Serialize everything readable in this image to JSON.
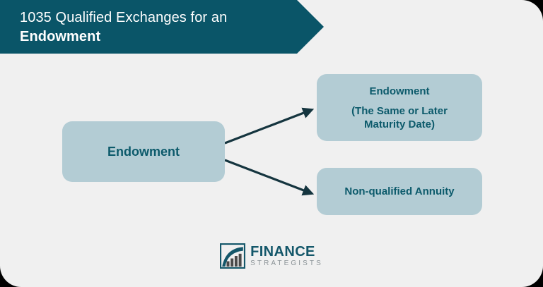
{
  "card": {
    "background_color": "#f0f0f0",
    "outer_background_color": "#000000"
  },
  "header": {
    "background_color": "#0a5568",
    "title_line1": "1035 Qualified Exchanges for an",
    "title_line2": "Endowment",
    "text_color": "#ffffff"
  },
  "diagram": {
    "type": "flowchart",
    "node_fill_color": "#b3ccd4",
    "node_text_color": "#0c5a6b",
    "arrow_color": "#15353f",
    "source_node": {
      "label": "Endowment"
    },
    "target_nodes": [
      {
        "id": "endowment-target",
        "line1": "Endowment",
        "line2": "(The Same or Later",
        "line3": "Maturity Date)"
      },
      {
        "id": "annuity-target",
        "line1": "Non-qualified Annuity"
      }
    ],
    "arrows": [
      {
        "from": "Endowment",
        "to": "Endowment (The Same or Later Maturity Date)"
      },
      {
        "from": "Endowment",
        "to": "Non-qualified Annuity"
      }
    ]
  },
  "logo": {
    "mark_icon": "bar-chart-arc-icon",
    "name": "FINANCE",
    "tagline": "STRATEGISTS",
    "name_color": "#14576a",
    "tagline_color": "#8a9296"
  }
}
